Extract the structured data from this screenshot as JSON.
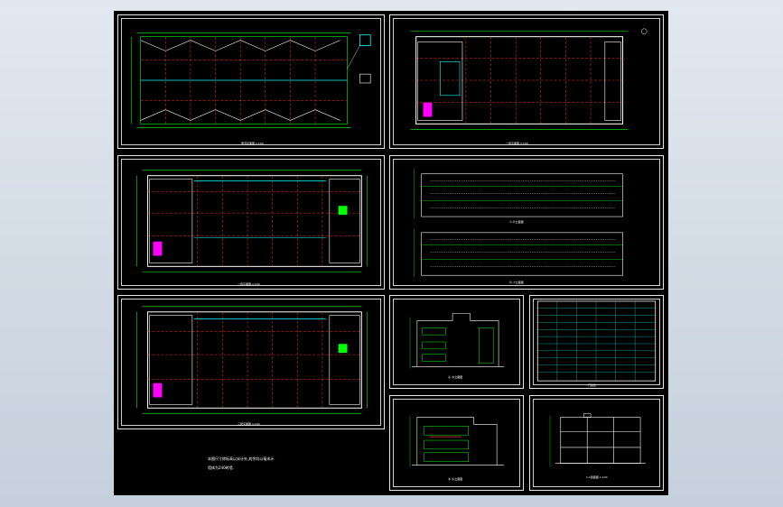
{
  "drawing": {
    "sheets": [
      {
        "id": "roof-plan",
        "caption": "屋顶平面图 1:100"
      },
      {
        "id": "ground-floor-plan",
        "caption": "一层平面图 1:100"
      },
      {
        "id": "second-floor-plan",
        "caption": "二层平面图 1:100"
      },
      {
        "id": "north-elevation",
        "caption": "①-⑰立面图"
      },
      {
        "id": "south-elevation",
        "caption": "⑰-①立面图"
      },
      {
        "id": "third-floor-plan",
        "caption": "三层平面图 1:100"
      },
      {
        "id": "east-elevation",
        "caption": "Ⓐ-Ⓓ立面图"
      },
      {
        "id": "door-window-schedule",
        "caption": "门窗表"
      },
      {
        "id": "west-elevation",
        "caption": "Ⓓ-Ⓐ立面图"
      },
      {
        "id": "section",
        "caption": "1-1剖面图 1:100"
      }
    ],
    "notes": [
      "本图尺寸除标高以米计外,其余均以毫米计.",
      "墙体为240砖墙."
    ]
  }
}
